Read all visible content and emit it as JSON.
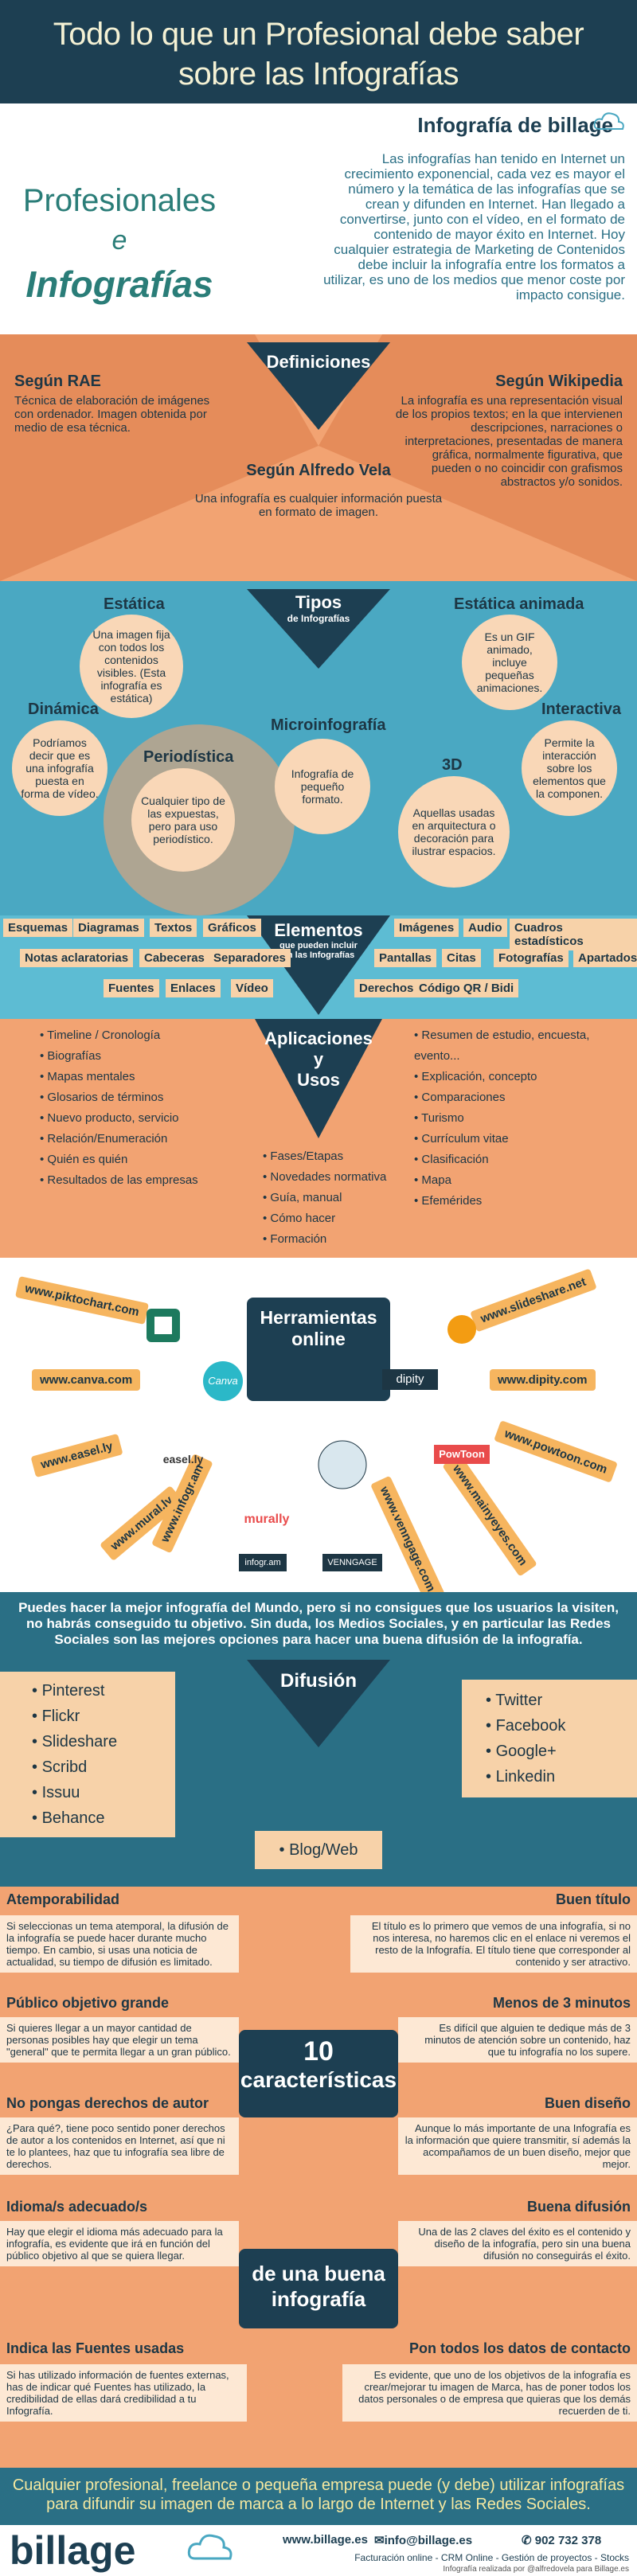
{
  "header": {
    "title_line1": "Todo lo que un Profesional debe saber",
    "title_line2": "sobre las Infografías"
  },
  "intro": {
    "brand": "Infografía de billage",
    "text": "Las infografías han tenido en Internet un crecimiento exponencial, cada vez es mayor el número y la temática de las infografías que se crean y difunden en Internet. Han llegado a convertirse, junto con el vídeo, en el formato de contenido de mayor éxito en Internet. Hoy cualquier estrategia de Marketing de Contenidos debe incluir la infografía entre los formatos a utilizar, es uno de los medios que menor coste por impacto consigue.",
    "prof1": "Profesionales",
    "prof2": "e",
    "prof3": "Infografías"
  },
  "defs": {
    "title": "Definiciones",
    "rae_head": "Según RAE",
    "rae_body": "Técnica de elaboración de imágenes con ordenador. Imagen obtenida por medio de esa técnica.",
    "wiki_head": "Según Wikipedia",
    "wiki_body": "La infografía es una representación visual de los propios textos; en la que intervienen descripciones, narraciones o interpretaciones, presentadas de manera gráfica, normalmente figurativa, que pueden o no coincidir con grafismos abstractos y/o sonidos.",
    "vela_head": "Según Alfredo Vela",
    "vela_body": "Una infografía es cualquier información puesta en formato de imagen."
  },
  "tipos": {
    "title": "Tipos",
    "subtitle": "de Infografías",
    "estatica_h": "Estática",
    "estatica_b": "Una imagen fija con todos los contenidos visibles. (Esta infografía es estática)",
    "animada_h": "Estática animada",
    "animada_b": "Es un GIF animado, incluye pequeñas animaciones.",
    "dinamica_h": "Dinámica",
    "dinamica_b": "Podríamos decir que es una infografía puesta en forma de vídeo.",
    "interactiva_h": "Interactiva",
    "interactiva_b": "Permite la interacción sobre los elementos que la componen.",
    "periodistica_h": "Periodística",
    "periodistica_b": "Cualquier tipo de las expuestas, pero para uso periodístico.",
    "micro_h": "Microinfografía",
    "micro_b": "Infografía de pequeño formato.",
    "tresd_h": "3D",
    "tresd_b": "Aquellas usadas en arquitectura o decoración para ilustrar espacios."
  },
  "elem": {
    "title": "Elementos",
    "subtitle": "que pueden incluir en las Infografías",
    "tags": [
      "Esquemas",
      "Diagramas",
      "Textos",
      "Gráficos",
      "Imágenes",
      "Audio",
      "Cuadros estadísticos",
      "Notas aclaratorias",
      "Cabeceras",
      "Separadores",
      "Pantallas",
      "Citas",
      "Fotografías",
      "Apartados",
      "Fuentes",
      "Enlaces",
      "Vídeo",
      "Derechos",
      "Código QR / Bidi"
    ]
  },
  "apps": {
    "title1": "Aplicaciones",
    "title2": "y",
    "title3": "Usos",
    "left": [
      "Timeline / Cronología",
      "Biografías",
      "Mapas mentales",
      "Glosarios de términos",
      "Nuevo producto, servicio",
      "Relación/Enumeración",
      "Quién es quién",
      "Resultados de las empresas"
    ],
    "mid": [
      "Fases/Etapas",
      "Novedades normativa",
      "Guía, manual",
      "Cómo hacer",
      "Formación"
    ],
    "right": [
      "Resumen de estudio, encuesta, evento...",
      "Explicación, concepto",
      "Comparaciones",
      "Turismo",
      "Currículum vitae",
      "Clasificación",
      "Mapa",
      "Efemérides"
    ]
  },
  "herr": {
    "title1": "Herramientas",
    "title2": "online",
    "tools": [
      "www.piktochart.com",
      "www.canva.com",
      "www.easel.ly",
      "www.mural.ly",
      "www.infogr.am",
      "www.slideshare.net",
      "www.dipity.com",
      "www.powtoon.com",
      "www.mainyeyes.com",
      "www.venngage.com"
    ],
    "logos": [
      "Canva",
      "easel.ly",
      "murally",
      "infogr.am",
      "VENNGAGE",
      "dipity",
      "PowToon"
    ]
  },
  "dif": {
    "intro": "Puedes hacer la mejor infografía del Mundo, pero si no consigues que los usuarios la visiten, no habrás conseguido tu objetivo. Sin duda, los Medios Sociales, y en particular las Redes Sociales son las mejores opciones para hacer una buena difusión de la infografía.",
    "title": "Difusión",
    "left": [
      "Pinterest",
      "Flickr",
      "Slideshare",
      "Scribd",
      "Issuu",
      "Behance"
    ],
    "right": [
      "Twitter",
      "Facebook",
      "Google+",
      "Linkedin"
    ],
    "blog": "Blog/Web"
  },
  "car": {
    "center1": "10",
    "center2": "características",
    "center3": "de una buena",
    "center4": "infografía",
    "items": [
      {
        "h": "Atemporabilidad",
        "b": "Si seleccionas un tema atemporal, la difusión de la infografía se puede hacer durante mucho tiempo. En cambio, si usas una noticia de actualidad, su tiempo de difusión es limitado."
      },
      {
        "h": "Buen título",
        "b": "El título es lo primero que vemos de una infografía, si no nos interesa, no haremos clic en el enlace ni veremos el resto de la Infografía. El título tiene que corresponder al contenido y ser atractivo."
      },
      {
        "h": "Público objetivo grande",
        "b": "Si quieres llegar a un mayor cantidad de personas posibles hay que elegir un tema \"general\" que te permita llegar a un gran público."
      },
      {
        "h": "Menos de 3 minutos",
        "b": "Es difícil que alguien te dedique más de 3 minutos de atención sobre un contenido, haz que tu infografía no los supere."
      },
      {
        "h": "No pongas derechos de autor",
        "b": "¿Para qué?, tiene poco sentido poner derechos de autor a los contenidos en Internet, así que ni te lo plantees, haz que tu infografía sea libre de derechos."
      },
      {
        "h": "Buen diseño",
        "b": "Aunque lo más importante de una Infografía es la información que quiere transmitir, sí además la acompañamos de un buen diseño, mejor que mejor."
      },
      {
        "h": "Idioma/s adecuado/s",
        "b": "Hay que elegir el idioma más adecuado para la infografía, es evidente que irá en función del público objetivo al que se quiera llegar."
      },
      {
        "h": "Buena difusión",
        "b": "Una de las 2 claves del éxito es el contenido y diseño de la infografía, pero sin una buena difusión no conseguirás el éxito."
      },
      {
        "h": "Indica las Fuentes usadas",
        "b": "Si has utilizado información de fuentes externas, has de indicar qué Fuentes has utilizado, la credibilidad de ellas dará credibilidad a tu Infografía."
      },
      {
        "h": "Pon todos los datos de contacto",
        "b": "Es evidente, que uno de los objetivos de la infografía es crear/mejorar tu imagen de Marca, has de poner todos los datos personales o de empresa que quieras que los demás recuerden de ti."
      }
    ]
  },
  "foot": {
    "band": "Cualquier profesional, freelance o pequeña empresa puede (y debe) utilizar infografías para difundir su imagen de marca a lo largo de Internet y las Redes Sociales.",
    "logo": "billage",
    "web": "www.billage.es",
    "mail": "info@billage.es",
    "phone": "902 732 378",
    "services": "Facturación online - CRM Online - Gestión de proyectos - Stocks",
    "credit": "Infografía realizada por @alfredovela para Billage.es"
  }
}
